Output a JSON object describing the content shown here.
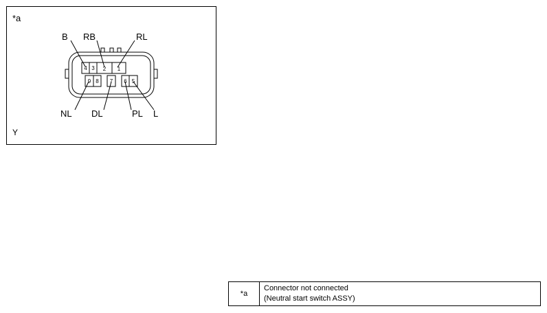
{
  "diagram": {
    "tag": "*a",
    "footer": "Y",
    "pins_top": [
      {
        "num": "4",
        "name": "pin-4"
      },
      {
        "num": "3",
        "name": "pin-3"
      },
      {
        "num": "2",
        "name": "pin-2"
      },
      {
        "num": "1",
        "name": "pin-1"
      }
    ],
    "pins_bottom": [
      {
        "num": "9",
        "name": "pin-9"
      },
      {
        "num": "8",
        "name": "pin-8"
      },
      {
        "num": "7",
        "name": "pin-7"
      },
      {
        "num": "6",
        "name": "pin-6"
      },
      {
        "num": "5",
        "name": "pin-5"
      }
    ],
    "labels_top": [
      "B",
      "RB",
      "RL"
    ],
    "labels_bottom": [
      "NL",
      "DL",
      "PL",
      "L"
    ]
  },
  "legend": {
    "key": "*a",
    "line1": "Connector not connected",
    "line2": "(Neutral start switch ASSY)"
  }
}
